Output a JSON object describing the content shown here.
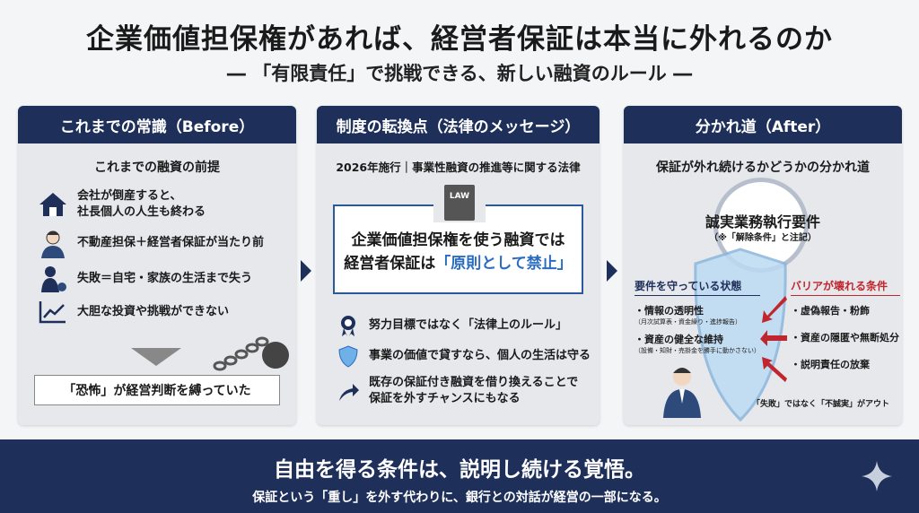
{
  "title": "企業価値担保権があれば、経営者保証は本当に外れるのか",
  "subtitle": "― 「有限責任」で挑戦できる、新しい融資のルール ―",
  "before": {
    "header": "これまでの常識（Before）",
    "subheading": "これまでの融資の前提",
    "items": [
      {
        "icon": "house-icon",
        "line1": "会社が倒産すると、",
        "line2": "社長個人の人生も終わる"
      },
      {
        "icon": "worried-businessman-icon",
        "line1": "不動産担保＋経営者保証が当たり前"
      },
      {
        "icon": "ball-and-chain-person-icon",
        "line1": "失敗＝自宅・家族の生活まで失う"
      },
      {
        "icon": "chart-icon",
        "line1": "大胆な投資や挑戦ができない"
      }
    ],
    "conclusion": "「恐怖」が経営判断を縛っていた"
  },
  "turning": {
    "header": "制度の転換点（法律のメッセージ）",
    "subheading": "2026年施行｜事業性融資の推進等に関する法律",
    "law_label": "LAW",
    "main_line1": "企業価値担保権を使う融資では",
    "main_line2": "経営者保証は",
    "main_highlight": "「原則として禁止」",
    "items": [
      {
        "icon": "award-icon",
        "line1": "努力目標ではなく「法律上のルール」"
      },
      {
        "icon": "shield-icon",
        "line1": "事業の価値で貸すなら、個人の生活は守る"
      },
      {
        "icon": "arrow-icon",
        "line1": "既存の保証付き融資を借り換えることで",
        "line2": "保証を外すチャンスにもなる"
      }
    ]
  },
  "after": {
    "header": "分かれ道（After）",
    "subheading": "保証が外れ続けるかどうかの分かれ道",
    "requirement": "誠実業務執行要件",
    "requirement_note": "（※「解除条件」と注記）",
    "keep": {
      "title": "要件を守っている状態",
      "items": [
        {
          "label": "・情報の透明性",
          "note": "（月次試算表・資金繰り・進捗報告）"
        },
        {
          "label": "・資産の健全な維持",
          "note": "（設備・知財・売掛金を勝手に動かさない）"
        }
      ]
    },
    "break": {
      "title": "バリアが壊れる条件",
      "items": [
        "・虚偽報告・粉飾",
        "・資産の隠匿や無断処分",
        "・説明責任の放棄"
      ]
    },
    "footnote": "「失敗」ではなく「不誠実」がアウト"
  },
  "bottom": {
    "headline": "自由を得る条件は、説明し続ける覚悟。",
    "sub": "保証という「重し」を外す代わりに、銀行との対話が経営の一部になる。"
  },
  "colors": {
    "navy": "#1e2f5a",
    "accent_blue": "#2a6cc0",
    "red": "#c0262d"
  }
}
